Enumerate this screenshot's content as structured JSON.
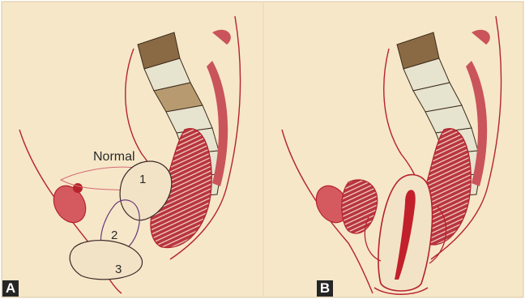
{
  "panels": [
    {
      "letter": "A",
      "labels": {
        "normal": "Normal",
        "position_1": "1",
        "position_2": "2",
        "position_3": "3"
      }
    },
    {
      "letter": "B"
    }
  ],
  "colors": {
    "background": "#f6e7c9",
    "outline": "#b5232c",
    "muscle_fill": "#c9545a",
    "vertebra_dark": "#8a6a44",
    "vertebra_light": "#e6e3cf",
    "inner_fill": "#f3e3c6"
  }
}
